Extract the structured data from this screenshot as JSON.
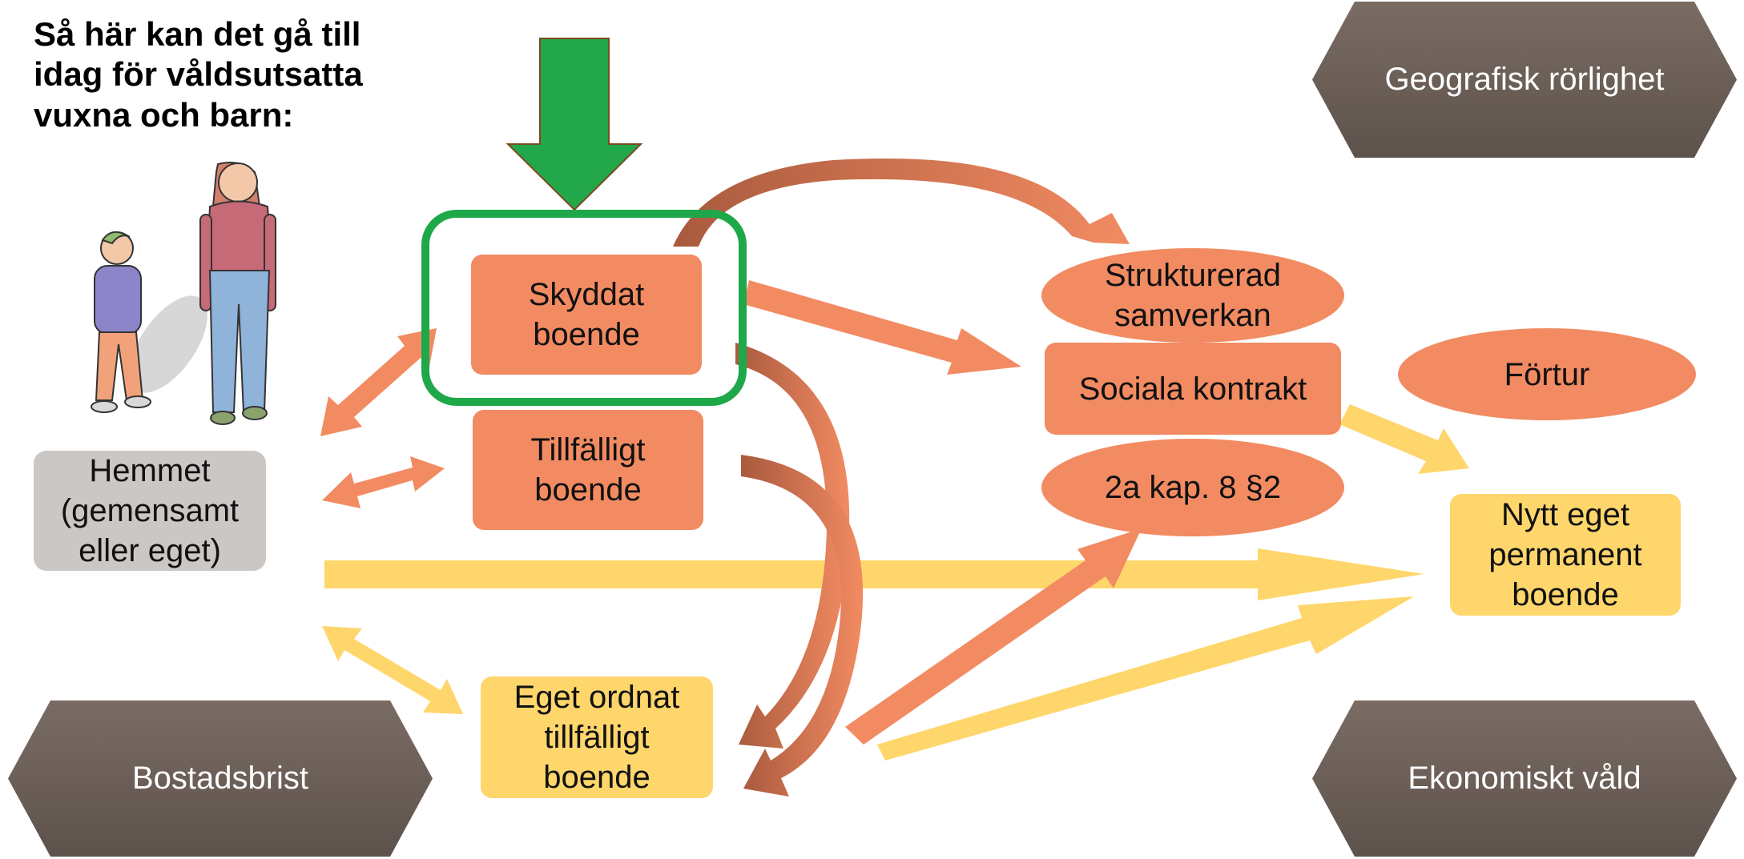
{
  "title_lines": [
    "Så här kan det gå till",
    "idag för våldsutsatta",
    "vuxna och barn:"
  ],
  "nodes": {
    "hemmet": [
      "Hemmet",
      "(gemensamt",
      "eller eget)"
    ],
    "skyddat": [
      "Skyddat",
      "boende"
    ],
    "tillfalligt": [
      "Tillfälligt",
      "boende"
    ],
    "eget_ordnat": [
      "Eget ordnat",
      "tillfälligt",
      "boende"
    ],
    "strukturerad": [
      "Strukturerad",
      "samverkan"
    ],
    "sociala": "Sociala kontrakt",
    "kap": "2a kap. 8 §2",
    "fortur": "Förtur",
    "nytt": [
      "Nytt eget",
      "permanent",
      "boende"
    ]
  },
  "factors": {
    "geografisk": "Geografisk rörlighet",
    "bostadsbrist": "Bostadsbrist",
    "ekonomiskt": "Ekonomiskt våld"
  },
  "colors": {
    "orange": "#F28B62",
    "dark_orange": "#C96A4A",
    "yellow": "#FFD66B",
    "green": "#1FA84A",
    "grey": "#CBC7C5",
    "brown": "#6B5E56"
  }
}
